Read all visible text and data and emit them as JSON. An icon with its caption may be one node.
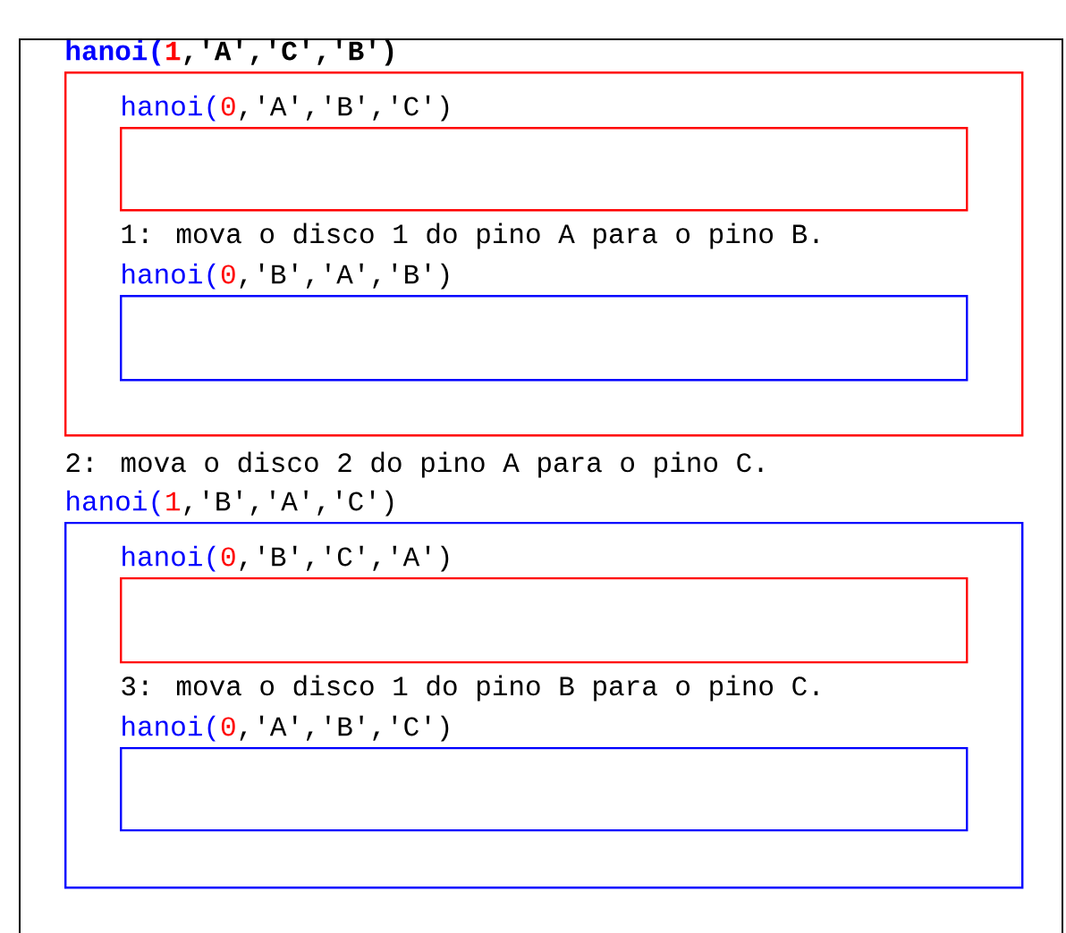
{
  "diagram": {
    "nodes": [
      {
        "text": [
          "hanoi(1,'A','C','B')"
        ]
      },
      {
        "text": [
          "hanoi(0,'A','B','C')"
        ],
        "in": 0
      },
      {
        "text": [
          "hanoi(0,'B','A','B')"
        ],
        "in": 0
      },
      {
        "text": [
          "hanoi(1,'B','A','C')"
        ]
      },
      {
        "text": [
          "hanoi(0,'B','C','A')"
        ],
        "in": 3
      },
      {
        "text": [
          "hanoi(0,'A','B','C')"
        ],
        "in": 3
      }
    ],
    "labels": [
      "1: mova o disco 1 do pino A para o pino B.",
      "2: mova o disco 2 do pino A para o pino C.",
      "3: mova o disco 1 do pino B para o pino C."
    ]
  }
}
